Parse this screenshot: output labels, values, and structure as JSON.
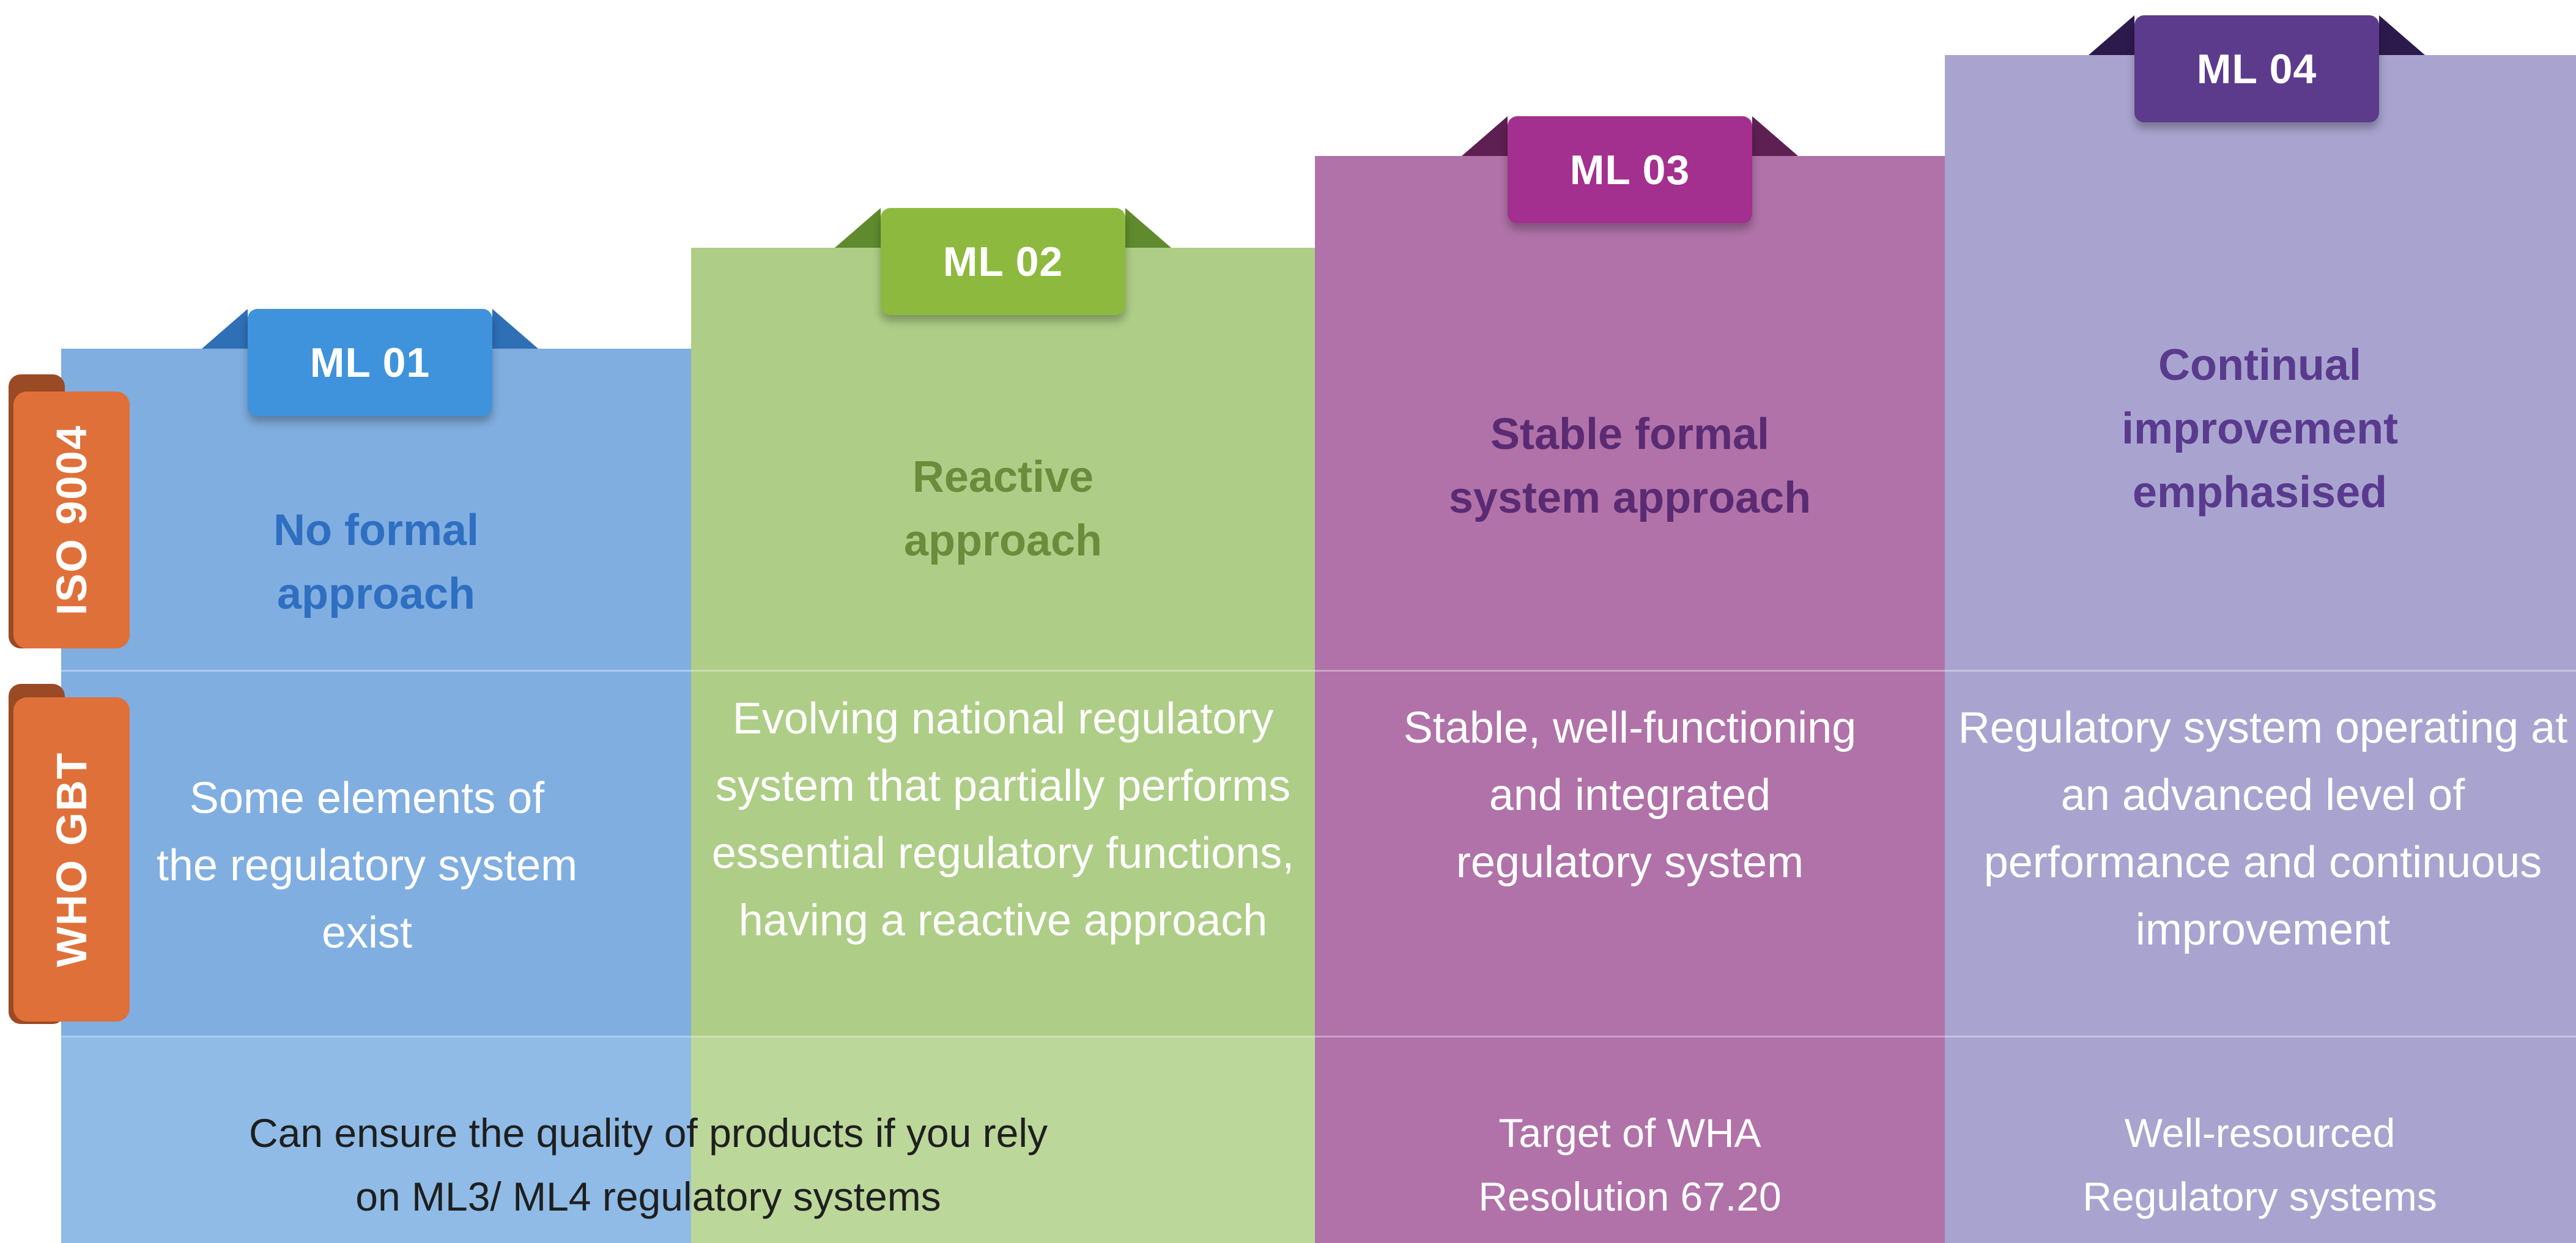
{
  "side_labels": {
    "iso": "ISO 9004",
    "who": "WHO GBT"
  },
  "levels": [
    {
      "badge": "ML 01",
      "heading": "No formal approach",
      "body": "Some elements of the regulatory system exist"
    },
    {
      "badge": "ML 02",
      "heading": "Reactive approach",
      "body": "Evolving national regulatory system that partially performs essential regulatory functions, having a reactive approach"
    },
    {
      "badge": "ML 03",
      "heading": "Stable formal system approach",
      "body": "Stable, well-functioning and integrated regulatory system",
      "bottom": "Target of WHA Resolution 67.20"
    },
    {
      "badge": "ML 04",
      "heading": "Continual improvement emphasised",
      "body": "Regulatory system operating at an advanced level of performance and continuous improvement",
      "bottom": "Well-resourced Regulatory systems"
    }
  ],
  "shared_bottom": "Can ensure the quality of products if you rely on ML3/ ML4 regulatory systems",
  "colors": {
    "ml1_fill": "#80aee0",
    "ml1_badge": "#3f93dc",
    "ml1_heading": "#2f6fc2",
    "ml2_fill": "#aecd86",
    "ml2_badge": "#8dba3e",
    "ml2_heading": "#6a8c3b",
    "ml3_fill": "#b072a8",
    "ml3_badge": "#a32f8e",
    "ml3_heading": "#5a2b73",
    "ml4_fill": "#a8a4cf",
    "ml4_badge": "#5c3b8c",
    "ml4_heading": "#5a3a8e",
    "side_label": "#e0703a"
  }
}
